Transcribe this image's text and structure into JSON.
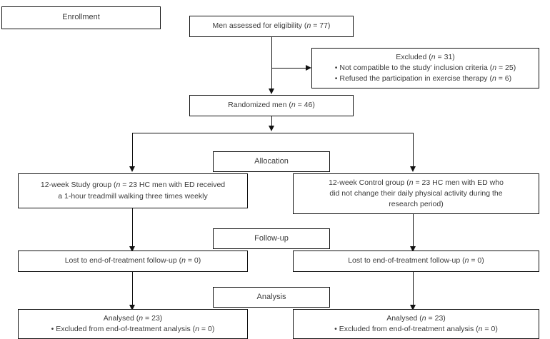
{
  "diagram": {
    "type": "consort-flow-diagram",
    "stages": [
      {
        "id": "enrollment",
        "label": "Enrollment"
      },
      {
        "id": "allocation",
        "label": "Allocation"
      },
      {
        "id": "follow-up",
        "label": "Follow-up"
      },
      {
        "id": "analysis",
        "label": "Analysis"
      }
    ],
    "nodes": {
      "assessed": {
        "label": "Men assessed for eligibility (n = 77)",
        "n": 77
      },
      "excluded": {
        "title": "Excluded (n = 31)",
        "n": 31,
        "reasons": [
          "• Not compatible to the study' inclusion criteria (n = 25)",
          "• Refused the participation in exercise therapy (n = 6)"
        ]
      },
      "randomized": {
        "label": "Randomized men (n = 46)",
        "n": 46
      },
      "study_group": {
        "line1": "12-week Study group (n = 23 HC men with ED received",
        "line2": "a 1-hour treadmill walking three times weekly",
        "n": 23
      },
      "control_group": {
        "line1": "12-week Control group (n = 23 HC men with ED who",
        "line2": "did not change their daily physical activity during the",
        "line3": "research period)",
        "n": 23
      },
      "lost_left": {
        "label": "Lost to end-of-treatment follow-up (n = 0)",
        "n": 0
      },
      "lost_right": {
        "label": "Lost to end-of-treatment follow-up (n = 0)",
        "n": 0
      },
      "analysed_left": {
        "line1": "Analysed (n = 23)",
        "line2": "• Excluded from end-of-treatment analysis (n = 0)",
        "n": 23
      },
      "analysed_right": {
        "line1": "Analysed (n = 23)",
        "line2": "• Excluded from end-of-treatment analysis (n = 0)",
        "n": 23
      }
    },
    "colors": {
      "text": "#3b3b3b",
      "border": "#111111",
      "background": "#ffffff"
    }
  }
}
